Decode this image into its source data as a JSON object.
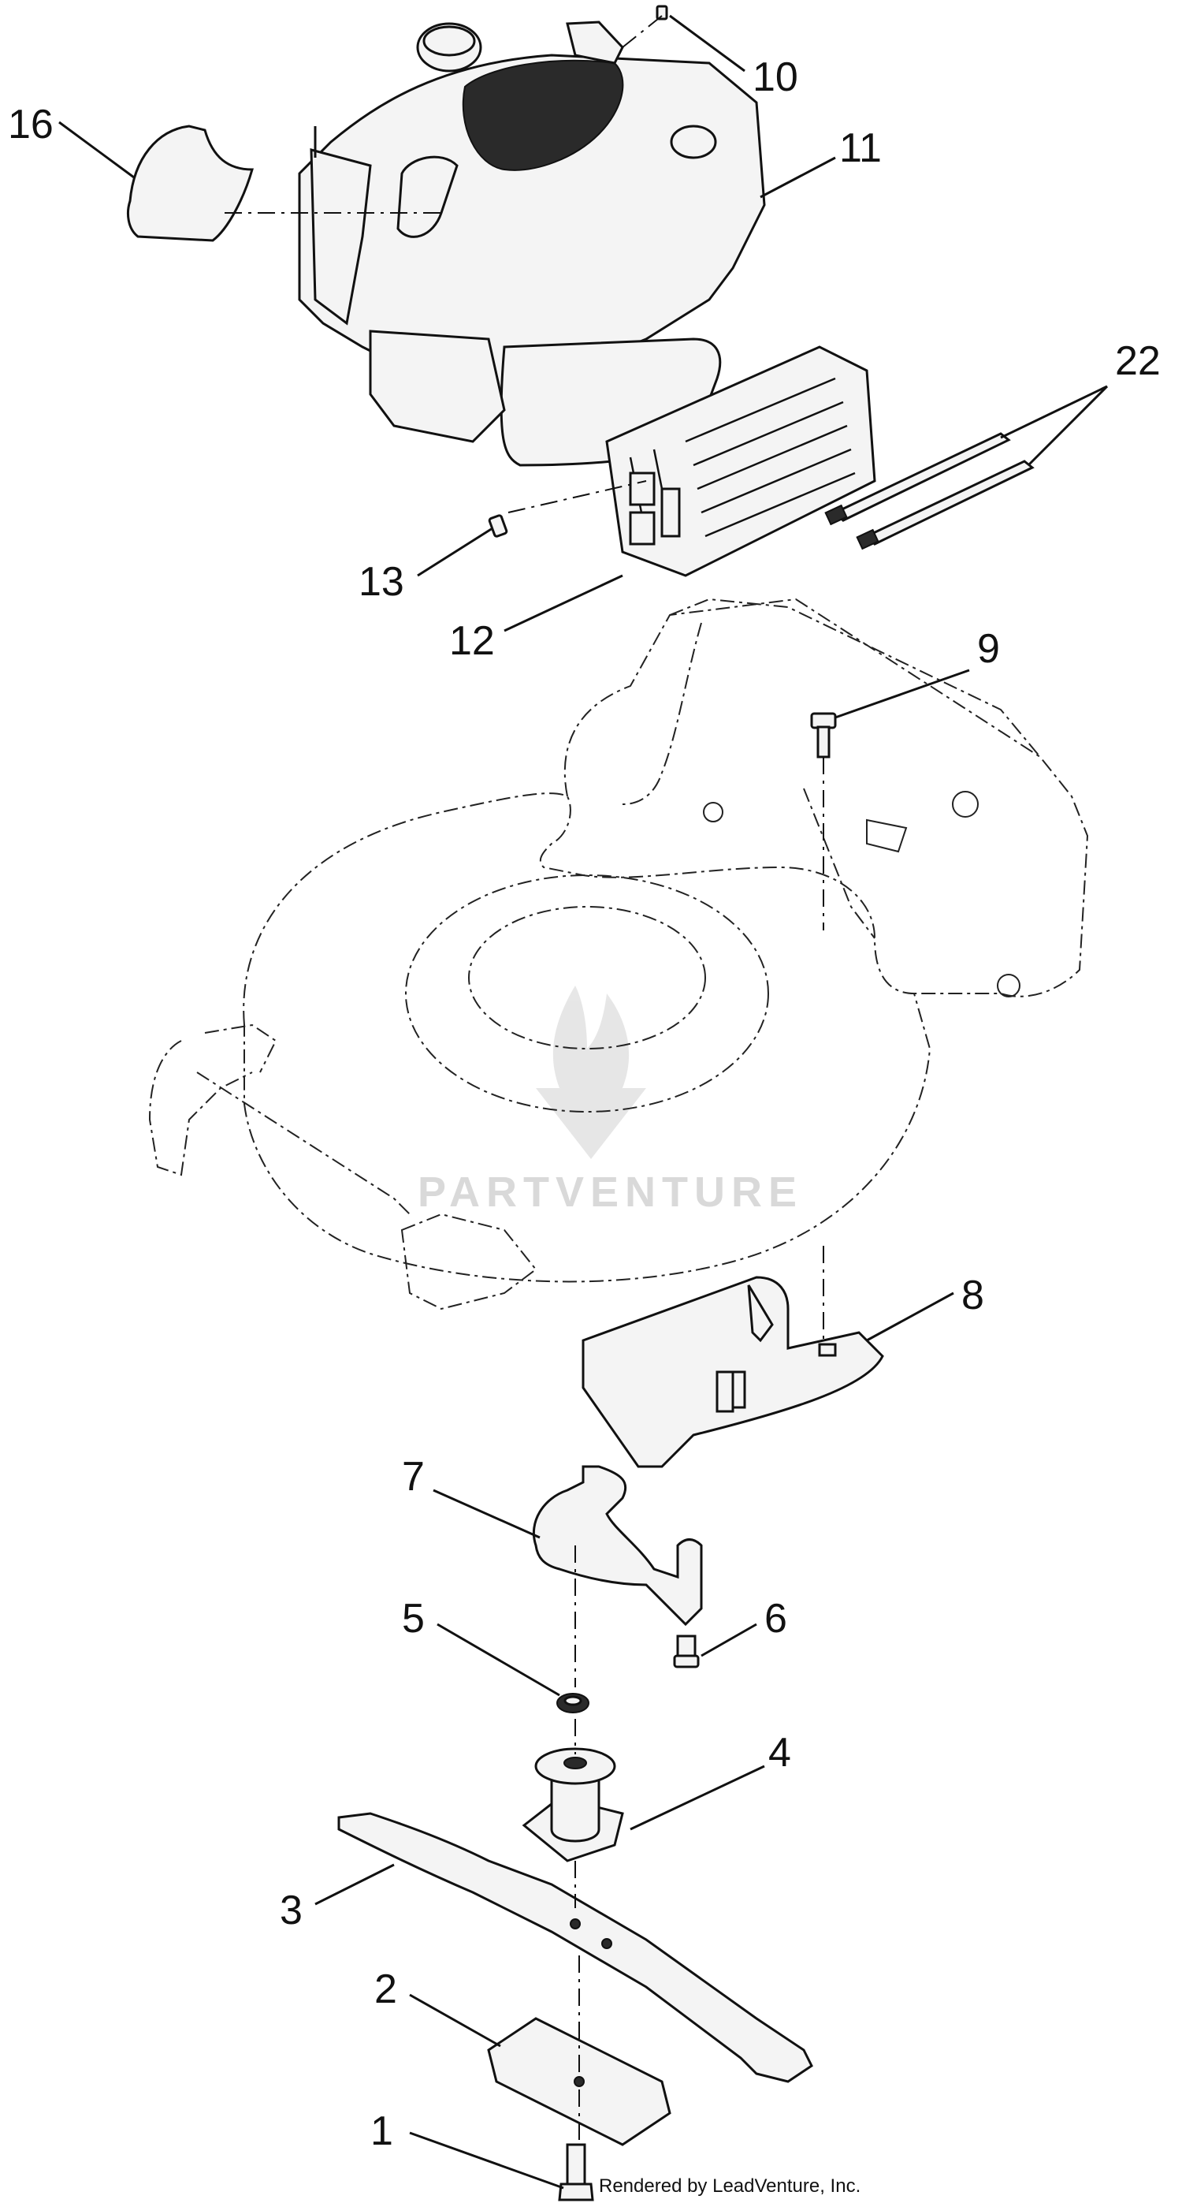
{
  "diagram": {
    "callouts": [
      {
        "id": "c1",
        "label": "1"
      },
      {
        "id": "c2",
        "label": "2"
      },
      {
        "id": "c3",
        "label": "3"
      },
      {
        "id": "c4",
        "label": "4"
      },
      {
        "id": "c5",
        "label": "5"
      },
      {
        "id": "c6",
        "label": "6"
      },
      {
        "id": "c7",
        "label": "7"
      },
      {
        "id": "c8",
        "label": "8"
      },
      {
        "id": "c9",
        "label": "9"
      },
      {
        "id": "c10",
        "label": "10"
      },
      {
        "id": "c11",
        "label": "11"
      },
      {
        "id": "c12",
        "label": "12"
      },
      {
        "id": "c13",
        "label": "13"
      },
      {
        "id": "c16",
        "label": "16"
      },
      {
        "id": "c22",
        "label": "22"
      }
    ],
    "watermark": "PARTVENTURE",
    "footer": "Rendered by LeadVenture, Inc."
  }
}
